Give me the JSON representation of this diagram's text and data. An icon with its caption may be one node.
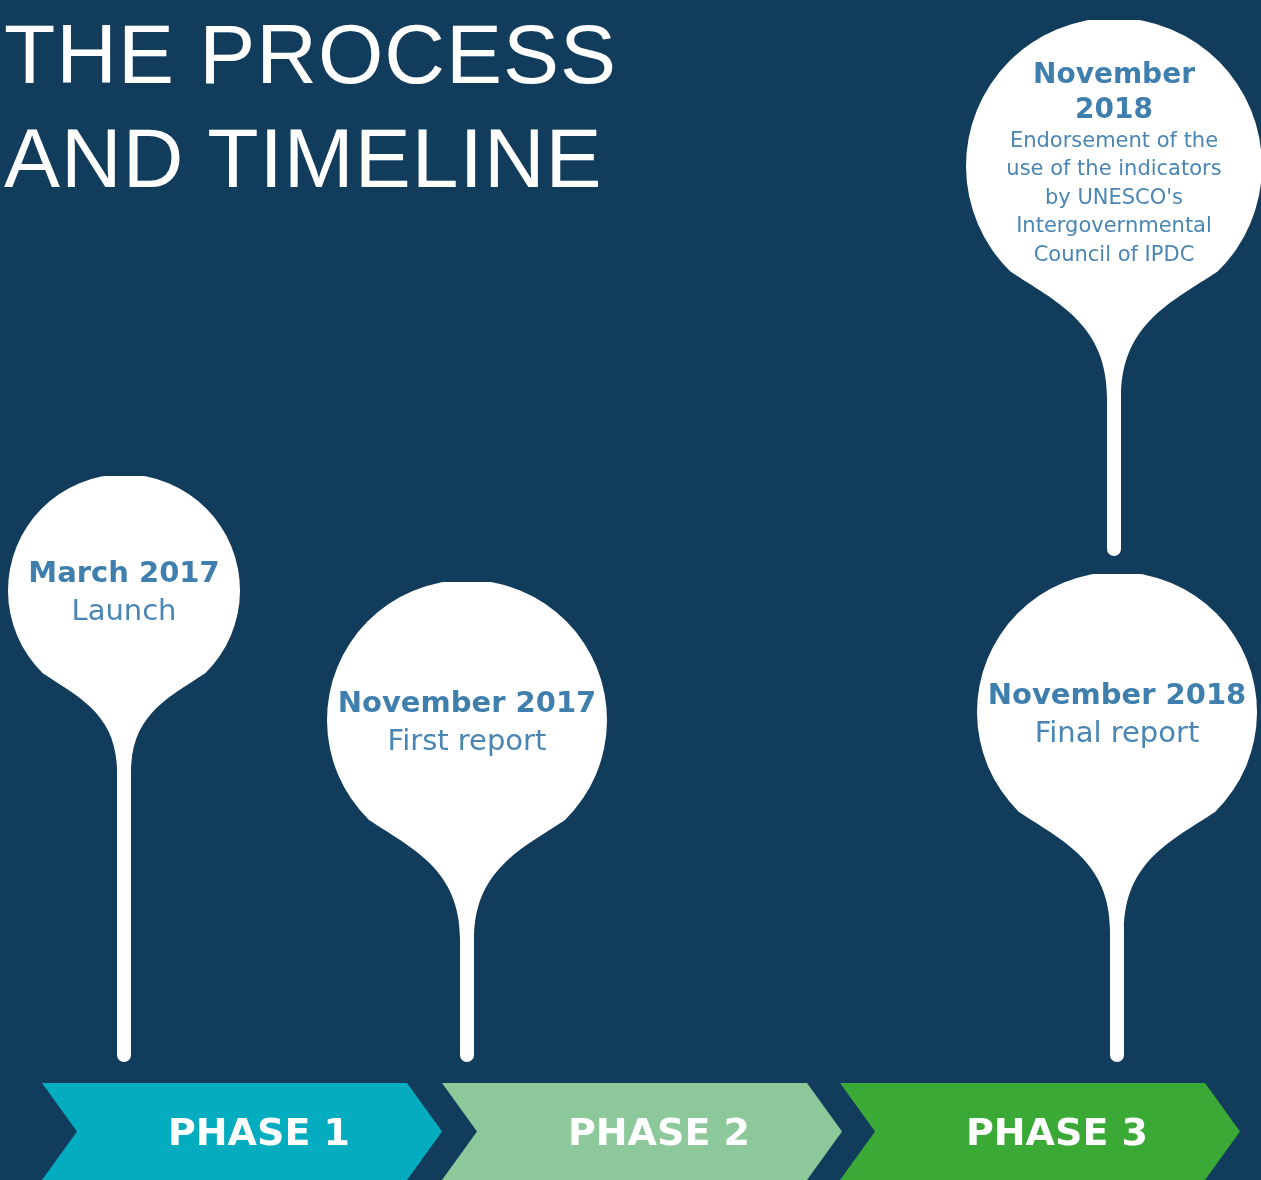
{
  "diagram": {
    "title": "THE PROCESS AND TIMELINE",
    "nodes": [
      {
        "text": [
          "November 2018",
          "Endorsement of the use of the indicators by UNESCO's Intergovernmental Council of IPDC"
        ]
      },
      {
        "text": [
          "March 2017",
          "Launch"
        ]
      },
      {
        "text": [
          "November 2017",
          "First report"
        ]
      },
      {
        "text": [
          "November 2018",
          "Final report"
        ]
      },
      {
        "text": [
          "PHASE 1"
        ]
      },
      {
        "text": [
          "PHASE 2"
        ]
      },
      {
        "text": [
          "PHASE 3"
        ]
      }
    ],
    "edges": []
  }
}
